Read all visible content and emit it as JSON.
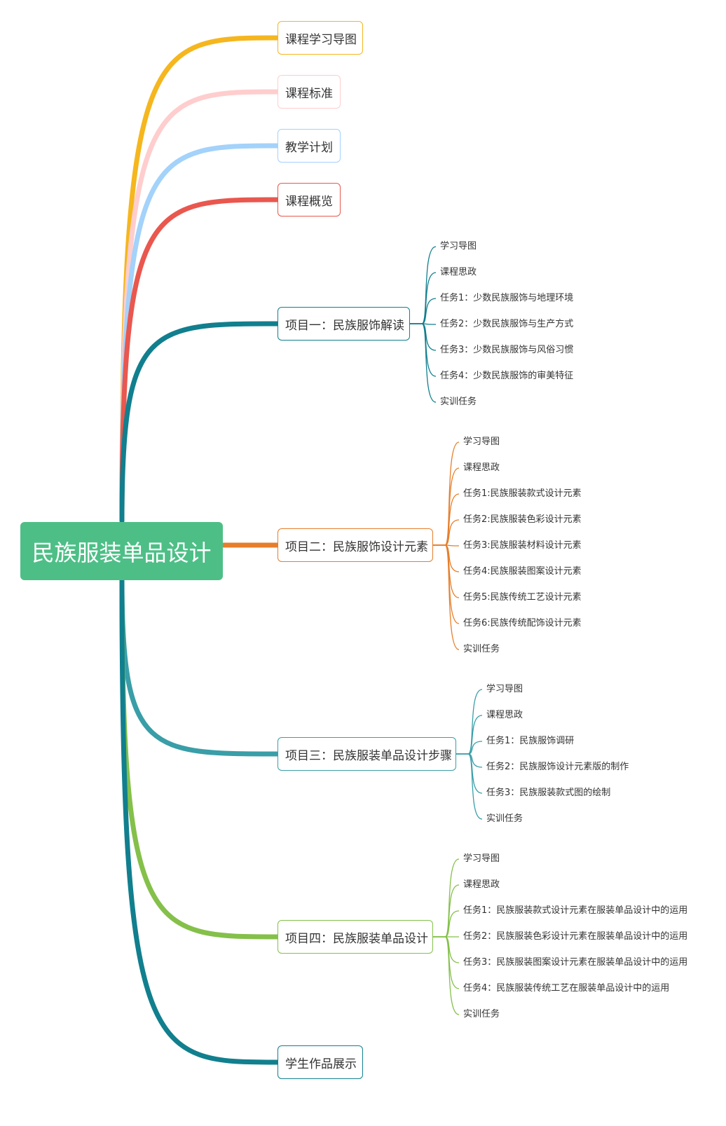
{
  "root": {
    "label": "民族服装单品设计",
    "color": "#4dbf86"
  },
  "branches": [
    {
      "label": "课程学习导图",
      "color": "#f5b61e",
      "children": []
    },
    {
      "label": "课程标准",
      "color": "#ffcdcd",
      "children": []
    },
    {
      "label": "教学计划",
      "color": "#a3d2fb",
      "children": []
    },
    {
      "label": "课程概览",
      "color": "#e9574e",
      "children": []
    },
    {
      "label": "项目一：民族服饰解读",
      "color": "#117f8e",
      "children": [
        "学习导图",
        "课程思政",
        "任务1：少数民族服饰与地理环境",
        "任务2：少数民族服饰与生产方式",
        "任务3：少数民族服饰与风俗习惯",
        "任务4：少数民族服饰的审美特征",
        "实训任务"
      ]
    },
    {
      "label": "项目二：民族服饰设计元素",
      "color": "#e67e2a",
      "children": [
        "学习导图",
        "课程思政",
        "任务1:民族服装款式设计元素",
        "任务2:民族服装色彩设计元素",
        "任务3:民族服装材料设计元素",
        "任务4:民族服装图案设计元素",
        "任务5:民族传统工艺设计元素",
        "任务6:民族传统配饰设计元素",
        "实训任务"
      ]
    },
    {
      "label": "项目三：民族服装单品设计步骤",
      "color": "#399ea7",
      "children": [
        "学习导图",
        "课程思政",
        "任务1：民族服饰调研",
        "任务2：民族服饰设计元素版的制作",
        "任务3：民族服装款式图的绘制",
        "实训任务"
      ]
    },
    {
      "label": "项目四：民族服装单品设计",
      "color": "#84c04a",
      "children": [
        "学习导图",
        "课程思政",
        "任务1：民族服装款式设计元素在服装单品设计中的运用",
        "任务2：民族服装色彩设计元素在服装单品设计中的运用",
        "任务3：民族服装图案设计元素在服装单品设计中的运用",
        "任务4：民族服装传统工艺在服装单品设计中的运用",
        "实训任务"
      ]
    },
    {
      "label": "学生作品展示",
      "color": "#117f8e",
      "children": []
    }
  ]
}
